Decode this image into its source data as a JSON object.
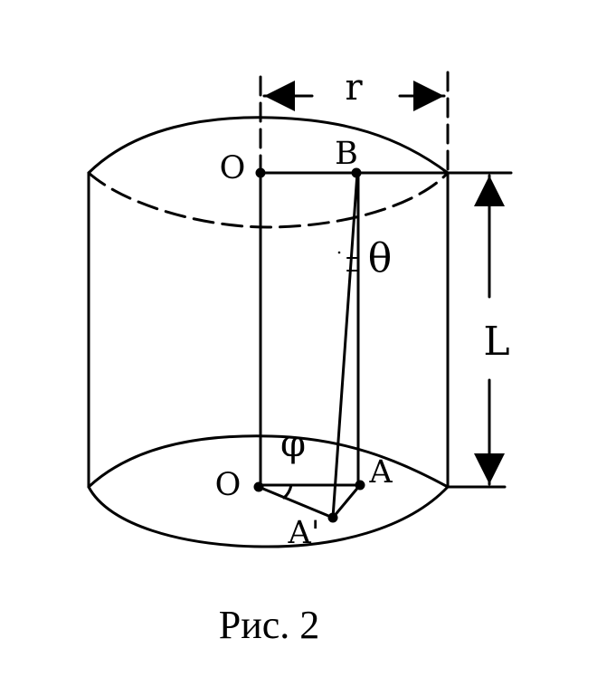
{
  "diagram": {
    "labels": {
      "r": "r",
      "O_top": "O",
      "B": "B",
      "theta": "θ",
      "L": "L",
      "phi": "φ",
      "O_bottom": "O",
      "A": "A",
      "A_prime": "A'"
    },
    "caption": "Рис. 2",
    "colors": {
      "stroke": "#000000",
      "background": "#ffffff"
    }
  }
}
